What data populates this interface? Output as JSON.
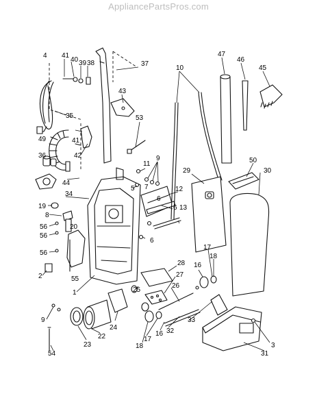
{
  "watermark": "AppliancePartsPros.com",
  "callouts": {
    "c4": "4",
    "c41a": "41",
    "c40": "40",
    "c39": "39",
    "c38": "38",
    "c37": "37",
    "c43": "43",
    "c35": "35",
    "c41b": "41",
    "c53": "53",
    "c49": "49",
    "c42": "42",
    "c36": "36",
    "c44": "44",
    "c34": "34",
    "c19": "19",
    "c8": "8",
    "c56a": "56",
    "c56b": "56",
    "c20": "20",
    "c56c": "56",
    "c55": "55",
    "c2": "2",
    "c1": "1",
    "c9a": "9",
    "c54": "54",
    "c23": "23",
    "c22": "22",
    "c24": "24",
    "c11": "11",
    "c9b": "9",
    "c5": "5",
    "c7": "7",
    "c12": "12",
    "c6a": "6",
    "c6b": "6",
    "c13": "13",
    "c6c": "6",
    "c10": "10",
    "c47": "47",
    "c46": "46",
    "c45": "45",
    "c29": "29",
    "c50": "50",
    "c30": "30",
    "c28": "28",
    "c27": "27",
    "c26": "26",
    "c25": "25",
    "c16a": "16",
    "c17a": "17",
    "c18a": "18",
    "c33": "33",
    "c18b": "18",
    "c17b": "17",
    "c16b": "16",
    "c32": "32",
    "c3": "3",
    "c31": "31"
  },
  "colors": {
    "line": "#111111",
    "watermark": "#bdbdbd",
    "background": "#ffffff"
  }
}
